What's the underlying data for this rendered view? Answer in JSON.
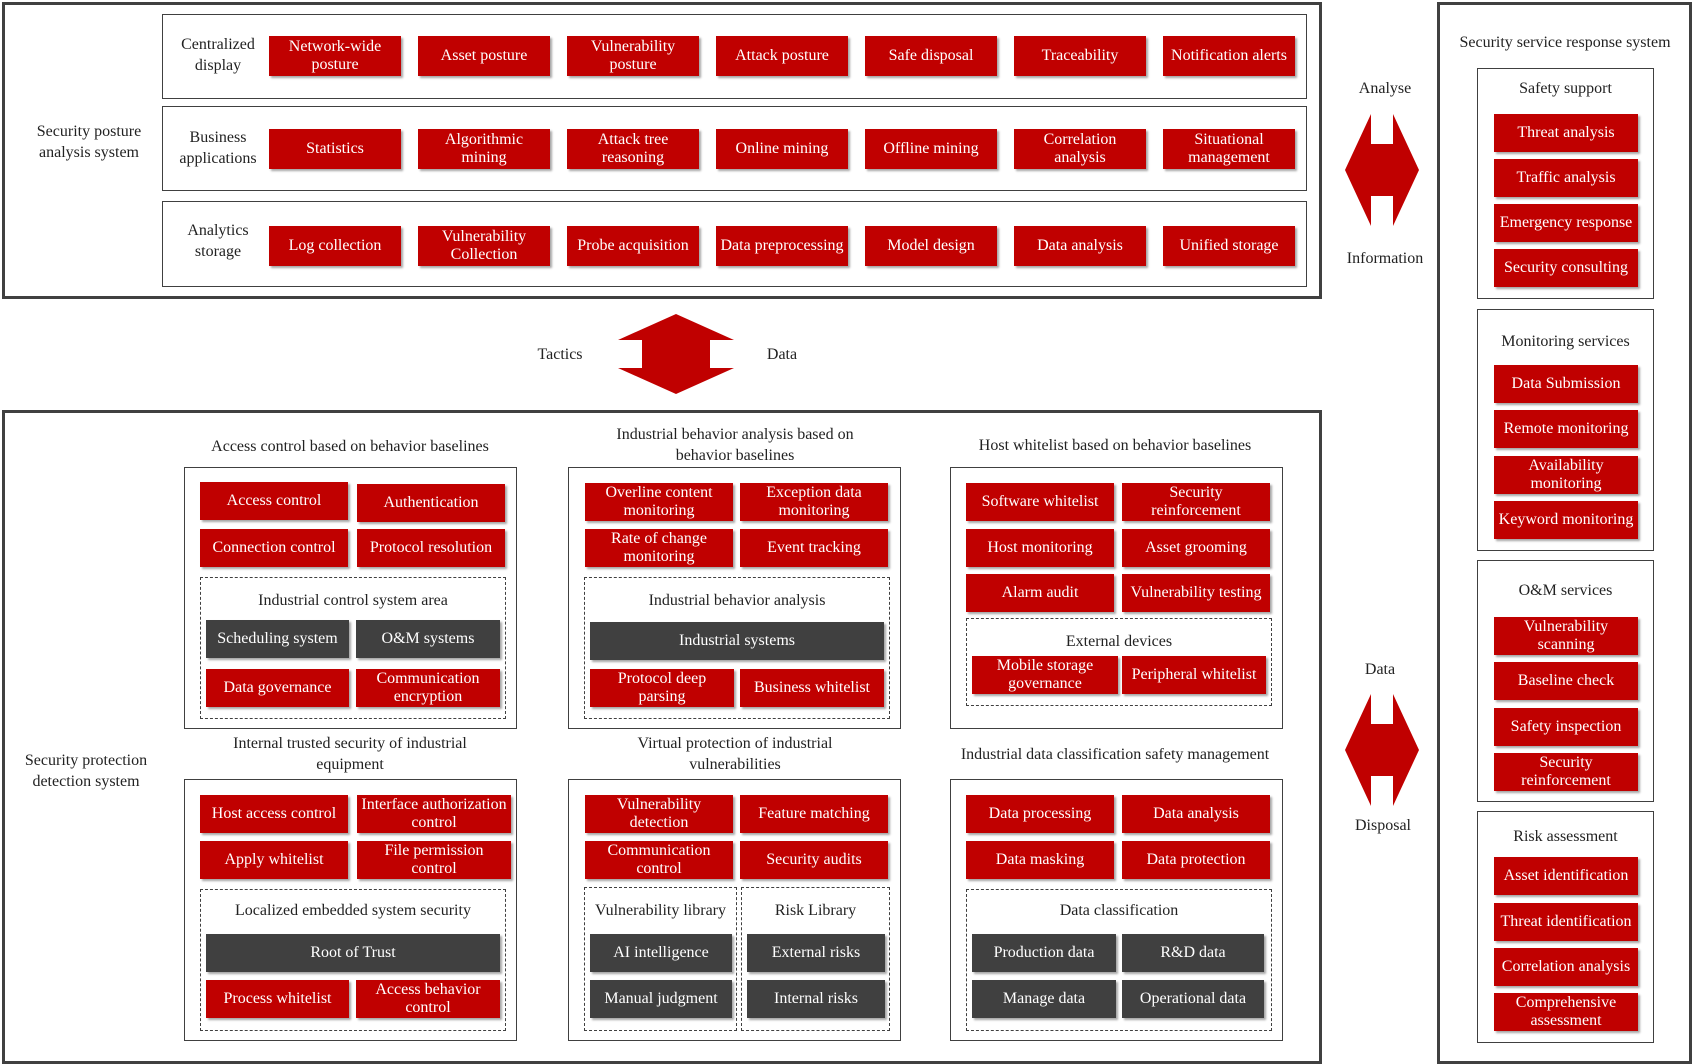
{
  "posture": {
    "title": "Security posture analysis system",
    "rows": [
      {
        "label": "Centralized display",
        "items": [
          "Network-wide posture",
          "Asset posture",
          "Vulnerability posture",
          "Attack posture",
          "Safe disposal",
          "Traceability",
          "Notification alerts"
        ]
      },
      {
        "label": "Business applications",
        "items": [
          "Statistics",
          "Algorithmic mining",
          "Attack tree reasoning",
          "Online mining",
          "Offline mining",
          "Correlation analysis",
          "Situational management"
        ]
      },
      {
        "label": "Analytics storage",
        "items": [
          "Log collection",
          "Vulnerability Collection",
          "Probe acquisition",
          "Data preprocessing",
          "Model design",
          "Data analysis",
          "Unified storage"
        ]
      }
    ]
  },
  "arrows": {
    "tactics": "Tactics",
    "data_mid": "Data",
    "analyse": "Analyse",
    "information": "Information",
    "data_right": "Data",
    "disposal": "Disposal"
  },
  "protection": {
    "title": "Security protection detection system",
    "panels": [
      {
        "title": "Access control based on behavior baselines",
        "items": [
          "Access control",
          "Authentication",
          "Connection control",
          "Protocol resolution"
        ],
        "inner_title": "Industrial control system area",
        "dark": [
          "Scheduling system",
          "O&M systems"
        ],
        "inner_items": [
          "Data governance",
          "Communication encryption"
        ]
      },
      {
        "title": "Industrial behavior analysis based on behavior baselines",
        "items": [
          "Overline content monitoring",
          "Exception data monitoring",
          "Rate of change monitoring",
          "Event tracking"
        ],
        "inner_title": "Industrial behavior analysis",
        "dark": [
          "Industrial systems"
        ],
        "inner_items": [
          "Protocol deep parsing",
          "Business whitelist"
        ]
      },
      {
        "title": "Host whitelist based on behavior baselines",
        "items": [
          "Software whitelist",
          "Security reinforcement",
          "Host monitoring",
          "Asset grooming",
          "Alarm audit",
          "Vulnerability testing"
        ],
        "inner_title": "External devices",
        "inner_items": [
          "Mobile storage governance",
          "Peripheral whitelist"
        ]
      },
      {
        "title": "Internal trusted security of industrial equipment",
        "items": [
          "Host access control",
          "Interface authorization control",
          "Apply whitelist",
          "File permission control"
        ],
        "inner_title": "Localized embedded system security",
        "dark": [
          "Root of Trust"
        ],
        "inner_items": [
          "Process whitelist",
          "Access behavior control"
        ]
      },
      {
        "title": "Virtual protection of industrial vulnerabilities",
        "items": [
          "Vulnerability detection",
          "Feature matching",
          "Communication control",
          "Security audits"
        ],
        "lib_left_title": "Vulnerability library",
        "lib_left": [
          "AI intelligence",
          "Manual judgment"
        ],
        "lib_right_title": "Risk Library",
        "lib_right": [
          "External risks",
          "Internal risks"
        ]
      },
      {
        "title": "Industrial data classification safety management",
        "items": [
          "Data processing",
          "Data analysis",
          "Data masking",
          "Data protection"
        ],
        "inner_title": "Data classification",
        "dark": [
          "Production data",
          "R&D data",
          "Manage data",
          "Operational data"
        ]
      }
    ]
  },
  "response": {
    "title": "Security service response system",
    "groups": [
      {
        "title": "Safety support",
        "items": [
          "Threat analysis",
          "Traffic analysis",
          "Emergency response",
          "Security consulting"
        ]
      },
      {
        "title": "Monitoring services",
        "items": [
          "Data Submission",
          "Remote monitoring",
          "Availability monitoring",
          "Keyword monitoring"
        ]
      },
      {
        "title": "O&M services",
        "items": [
          "Vulnerability scanning",
          "Baseline check",
          "Safety inspection",
          "Security reinforcement"
        ]
      },
      {
        "title": "Risk assessment",
        "items": [
          "Asset identification",
          "Threat identification",
          "Correlation analysis",
          "Comprehensive assessment"
        ]
      }
    ]
  },
  "colors": {
    "accent_red": "#c00000",
    "dark_gray": "#404040",
    "border": "#404040"
  }
}
